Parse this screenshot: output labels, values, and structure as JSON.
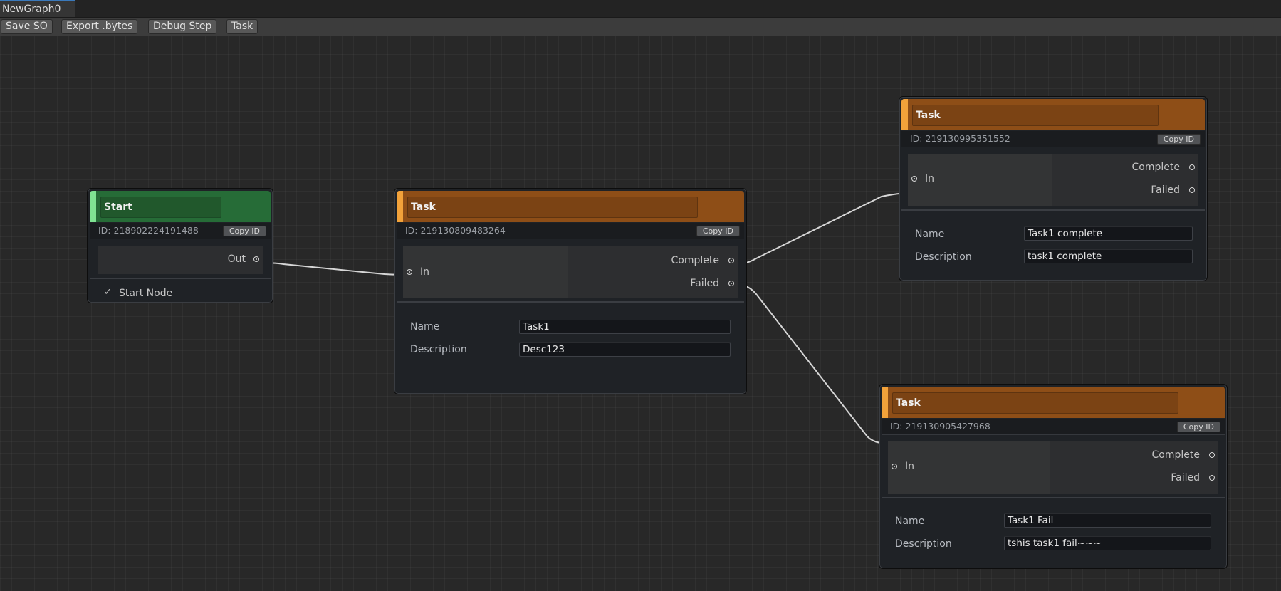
{
  "window": {
    "tab_title": "NewGraph0"
  },
  "toolbar": {
    "save_label": "Save SO",
    "export_label": "Export .bytes",
    "debug_label": "Debug Step",
    "task_label": "Task"
  },
  "colors": {
    "start_header": "#266c37",
    "task_header": "#8e4e17",
    "edge": "#d6d6d6"
  },
  "nodes": {
    "start": {
      "title": "Start",
      "id_text": "ID: 218902224191488",
      "copy_label": "Copy ID",
      "out_label": "Out",
      "toggle_label": "Start Node",
      "toggle_checked": true,
      "check_glyph": "✓"
    },
    "task1": {
      "title": "Task",
      "id_text": "ID: 219130809483264",
      "copy_label": "Copy ID",
      "in_label": "In",
      "complete_label": "Complete",
      "failed_label": "Failed",
      "name_label": "Name",
      "name_value": "Task1",
      "desc_label": "Description",
      "desc_value": "Desc123"
    },
    "task_complete": {
      "title": "Task",
      "id_text": "ID: 219130995351552",
      "copy_label": "Copy ID",
      "in_label": "In",
      "complete_label": "Complete",
      "failed_label": "Failed",
      "name_label": "Name",
      "name_value": "Task1 complete",
      "desc_label": "Description",
      "desc_value": "task1 complete"
    },
    "task_fail": {
      "title": "Task",
      "id_text": "ID: 219130905427968",
      "copy_label": "Copy ID",
      "in_label": "In",
      "complete_label": "Complete",
      "failed_label": "Failed",
      "name_label": "Name",
      "name_value": "Task1 Fail",
      "desc_label": "Description",
      "desc_value": "tshis task1 fail~~~"
    }
  }
}
